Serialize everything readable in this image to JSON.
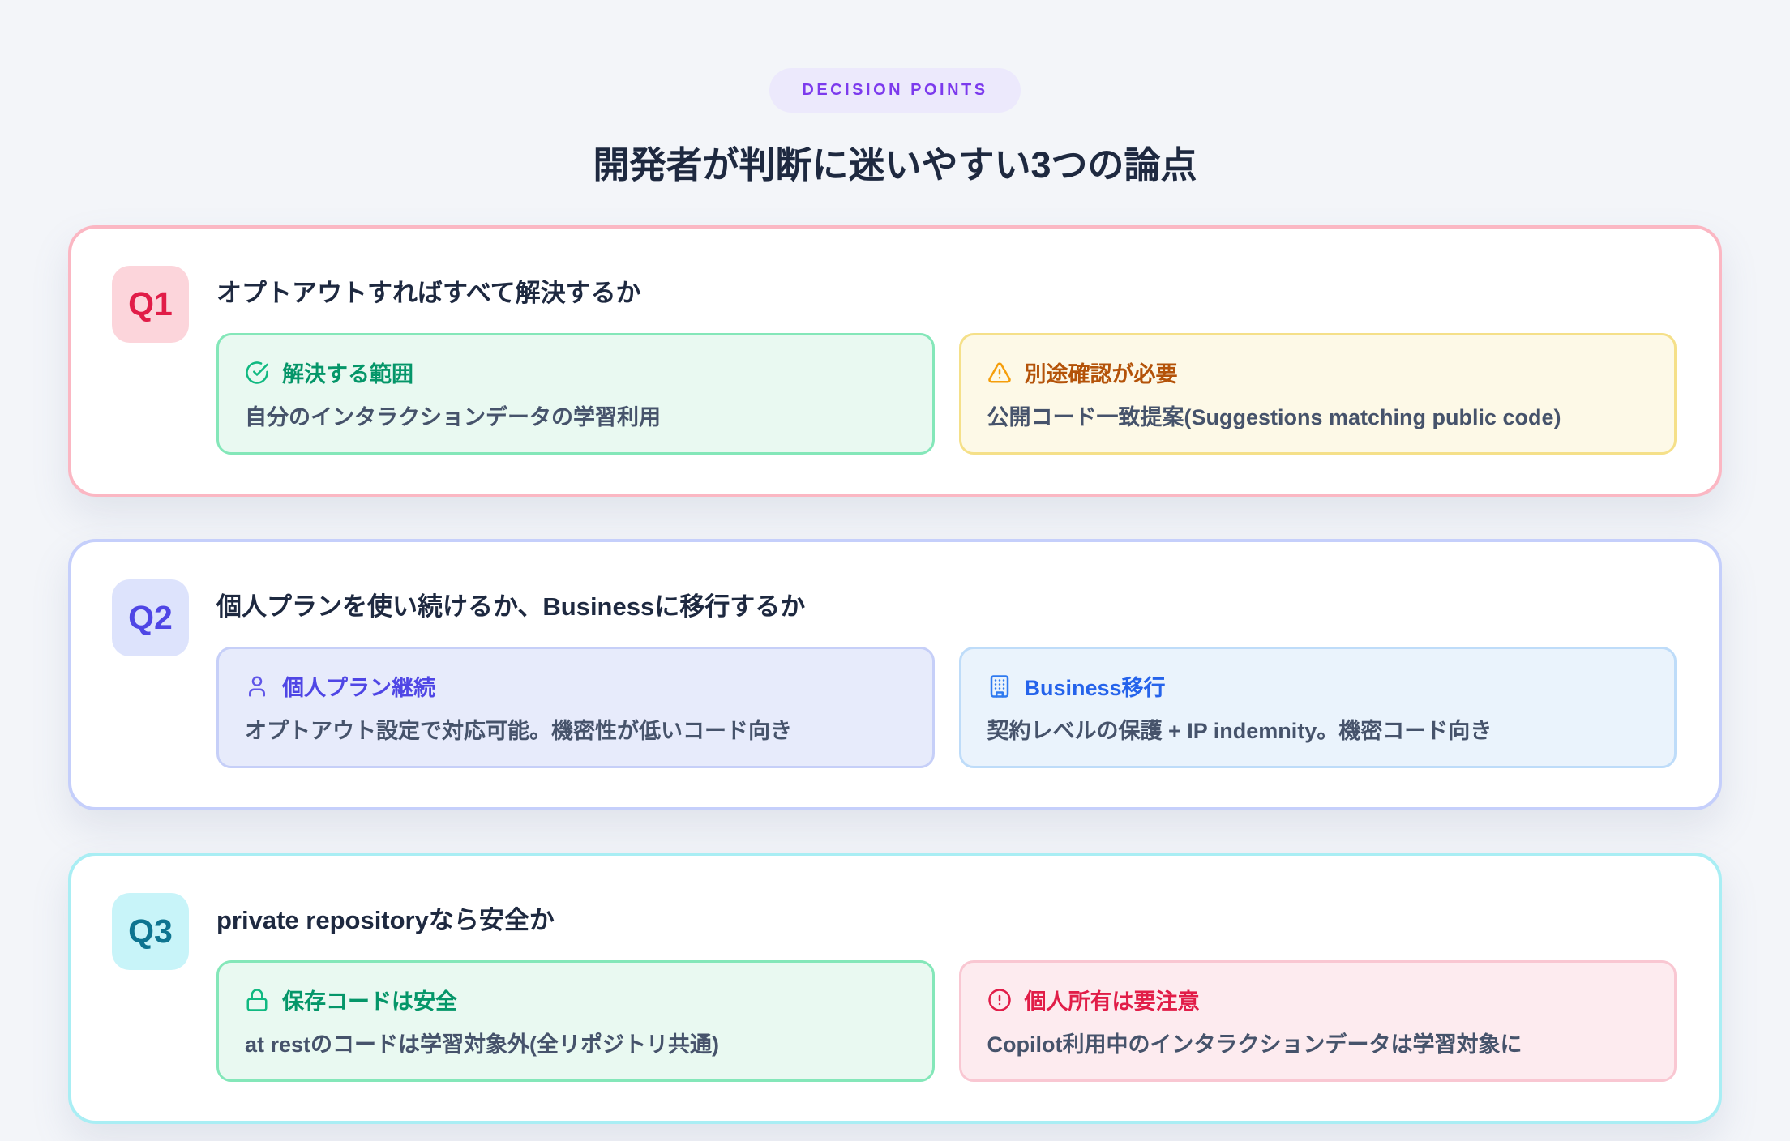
{
  "header": {
    "badge": "DECISION POINTS",
    "title": "開発者が判断に迷いやすい3つの論点"
  },
  "cards": [
    {
      "badge": "Q1",
      "heading": "オプトアウトすればすべて解決するか",
      "items": [
        {
          "icon": "check-circle-icon",
          "label": "解決する範囲",
          "body": "自分のインタラクションデータの学習利用"
        },
        {
          "icon": "alert-triangle-icon",
          "label": "別途確認が必要",
          "body": "公開コード一致提案(Suggestions matching public code)"
        }
      ]
    },
    {
      "badge": "Q2",
      "heading": "個人プランを使い続けるか、Businessに移行するか",
      "items": [
        {
          "icon": "user-icon",
          "label": "個人プラン継続",
          "body": "オプトアウト設定で対応可能。機密性が低いコード向き"
        },
        {
          "icon": "building-icon",
          "label": "Business移行",
          "body": "契約レベルの保護 + IP indemnity。機密コード向き"
        }
      ]
    },
    {
      "badge": "Q3",
      "heading": "private repositoryなら安全か",
      "items": [
        {
          "icon": "lock-icon",
          "label": "保存コードは安全",
          "body": "at restのコードは学習対象外(全リポジトリ共通)"
        },
        {
          "icon": "alert-circle-icon",
          "label": "個人所有は要注意",
          "body": "Copilot利用中のインタラクションデータは学習対象に"
        }
      ]
    }
  ],
  "colors": {
    "page_background": "#f3f5f9",
    "pill_background": "#ece9fc",
    "pill_text": "#7c3aed",
    "title_text": "#1e2940",
    "q1_border": "#fbb7c3",
    "q1_accent": "#e11d48",
    "q2_border": "#c5cffb",
    "q2_accent": "#4f46e5",
    "q3_border": "#a9eef4",
    "q3_accent": "#0e7490",
    "green_accent": "#059669",
    "amber_accent": "#b45309",
    "blue_accent": "#2563eb",
    "rose_accent": "#e11d48",
    "body_text": "#46536b"
  }
}
